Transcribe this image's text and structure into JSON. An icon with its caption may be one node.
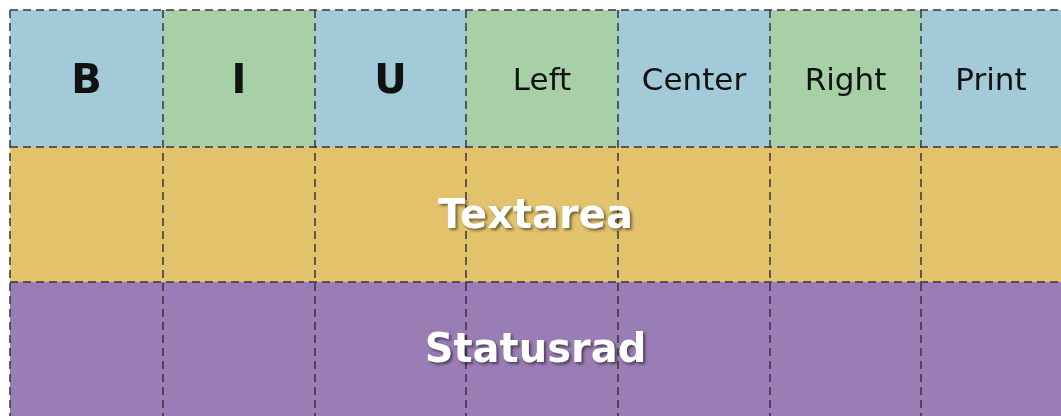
{
  "diagram": {
    "nodes": [
      {
        "text": [
          "B"
        ]
      },
      {
        "text": [
          "I"
        ]
      },
      {
        "text": [
          "U"
        ]
      },
      {
        "text": [
          "Left"
        ]
      },
      {
        "text": [
          "Center"
        ]
      },
      {
        "text": [
          "Right"
        ]
      },
      {
        "text": [
          "Print"
        ]
      },
      {
        "text": [
          "Textarea"
        ]
      },
      {
        "text": [
          "Statusrad"
        ]
      }
    ]
  }
}
